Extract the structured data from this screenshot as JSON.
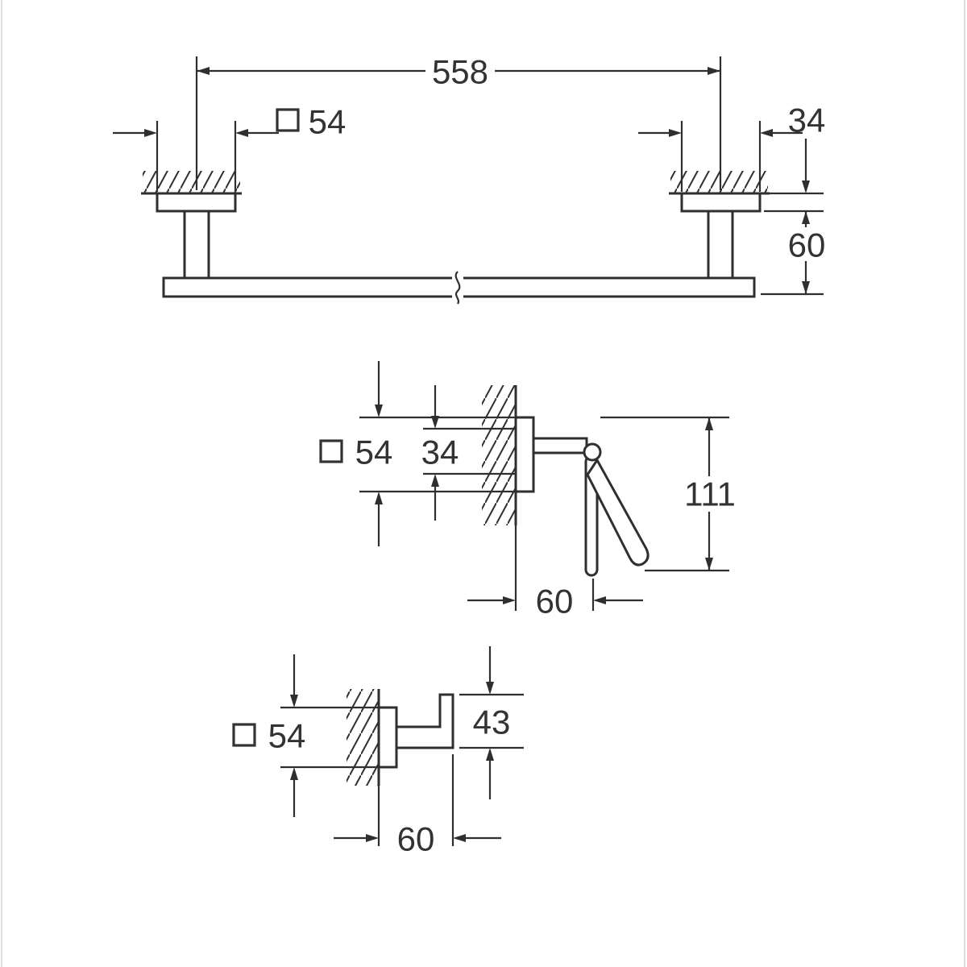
{
  "colors": {
    "background": "#ffffff",
    "line": "#2f2f2f",
    "text": "#333333",
    "edge_border": "#dedede"
  },
  "figures": {
    "towel_bar": {
      "dim_length": "558",
      "dim_plate": "54",
      "dim_plate_depth": "34",
      "dim_projection": "60"
    },
    "paper_holder": {
      "dim_plate": "54",
      "dim_offset": "34",
      "dim_height": "111",
      "dim_projection": "60"
    },
    "robe_hook": {
      "dim_plate": "54",
      "dim_height": "43",
      "dim_projection": "60"
    }
  }
}
